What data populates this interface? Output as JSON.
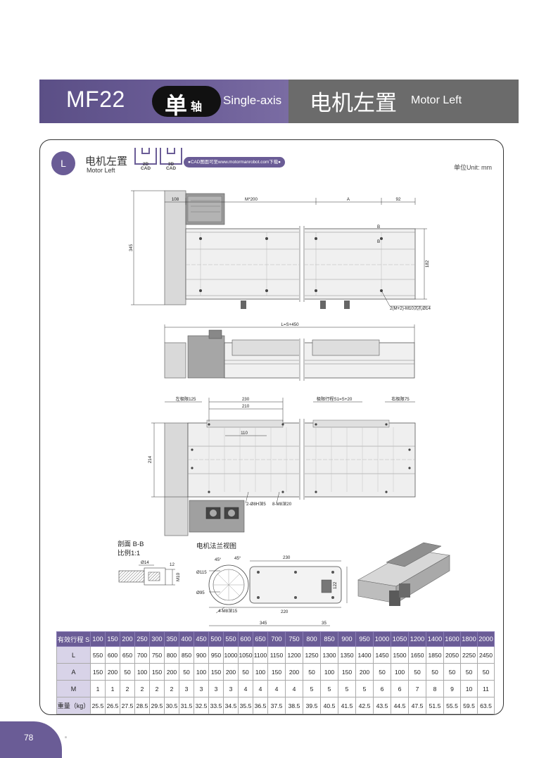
{
  "header": {
    "model": "MF22",
    "type_cn_big": "单",
    "type_cn_small": "轴",
    "type_en": "Single-axis",
    "orientation_cn": "电机左置",
    "orientation_en": "Motor Left"
  },
  "section": {
    "badge": "L",
    "title_cn": "电机左置",
    "title_en": "Motor Left",
    "cad_2d": "2D\nCAD",
    "cad_3d": "3D\nCAD",
    "cad_note": "●CAD图面可至www.motormanrobot.com下载●",
    "unit": "单位Unit: mm"
  },
  "drawing": {
    "top_view": {
      "d108": "108",
      "dM200": "M*200",
      "dA": "A",
      "d92": "92",
      "d345": "345",
      "d182": "182",
      "hole_note": "2(M+2)-M10沉孔Ø14",
      "b1": "B",
      "b2": "B"
    },
    "side_view": {
      "dL": "L=S+450"
    },
    "bottom_view": {
      "left_limit": "左极限125",
      "d230": "230",
      "d210": "210",
      "d110": "110",
      "stroke": "极限行程S1=S+20",
      "right_limit": "右极限75",
      "d214": "214",
      "hole1": "2-Ø8H深5",
      "hole2": "8-M8深20"
    },
    "section_bb": {
      "title": "剖面 B-B",
      "scale": "比例1:1",
      "d14": "Ø14",
      "d12": "12",
      "dM10": "M10"
    },
    "flange": {
      "title": "电机法兰视图",
      "a45a": "45°",
      "a45b": "45°",
      "d230": "230",
      "d115": "Ø115",
      "d95": "Ø95",
      "d122": "122",
      "holes": "4-M8深15",
      "d220": "220",
      "d345": "345",
      "d35": "35"
    }
  },
  "spec_table": {
    "header_label": "有效行程 S",
    "strokes": [
      "100",
      "150",
      "200",
      "250",
      "300",
      "350",
      "400",
      "450",
      "500",
      "550",
      "600",
      "650",
      "700",
      "750",
      "800",
      "850",
      "900",
      "950",
      "1000",
      "1050",
      "1200",
      "1400",
      "1600",
      "1800",
      "2000"
    ],
    "rows": [
      {
        "label": "L",
        "values": [
          "550",
          "600",
          "650",
          "700",
          "750",
          "800",
          "850",
          "900",
          "950",
          "1000",
          "1050",
          "1100",
          "1150",
          "1200",
          "1250",
          "1300",
          "1350",
          "1400",
          "1450",
          "1500",
          "1650",
          "1850",
          "2050",
          "2250",
          "2450"
        ]
      },
      {
        "label": "A",
        "values": [
          "150",
          "200",
          "50",
          "100",
          "150",
          "200",
          "50",
          "100",
          "150",
          "200",
          "50",
          "100",
          "150",
          "200",
          "50",
          "100",
          "150",
          "200",
          "50",
          "100",
          "50",
          "50",
          "50",
          "50",
          "50"
        ]
      },
      {
        "label": "M",
        "values": [
          "1",
          "1",
          "2",
          "2",
          "2",
          "2",
          "3",
          "3",
          "3",
          "3",
          "4",
          "4",
          "4",
          "4",
          "5",
          "5",
          "5",
          "5",
          "6",
          "6",
          "7",
          "8",
          "9",
          "10",
          "11"
        ]
      },
      {
        "label": "重量（kg）",
        "values": [
          "25.5",
          "26.5",
          "27.5",
          "28.5",
          "29.5",
          "30.5",
          "31.5",
          "32.5",
          "33.5",
          "34.5",
          "35.5",
          "36.5",
          "37.5",
          "38.5",
          "39.5",
          "40.5",
          "41.5",
          "42.5",
          "43.5",
          "44.5",
          "47.5",
          "51.5",
          "55.5",
          "59.5",
          "63.5"
        ]
      }
    ]
  },
  "footer": {
    "page_number": "78"
  }
}
